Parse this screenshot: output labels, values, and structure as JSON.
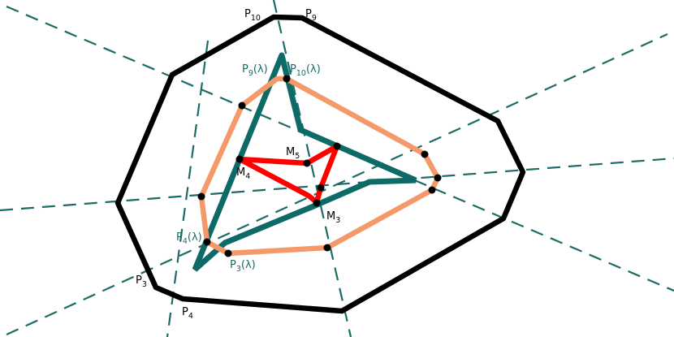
{
  "colors": {
    "background": "#ffffff",
    "outer_polygon": "#000000",
    "teal_polygon": "#0e6a66",
    "orange_polygon": "#f49a6a",
    "red_polygon": "#ff0000",
    "dashed_lines": "#1b6b66",
    "points": "#000000",
    "teal_label": "#1b6b66"
  },
  "labels": {
    "p10": {
      "main": "P",
      "sub": "10"
    },
    "p9": {
      "main": "P",
      "sub": "9"
    },
    "p3": {
      "main": "P",
      "sub": "3"
    },
    "p4": {
      "main": "P",
      "sub": "4"
    },
    "p9_lambda": {
      "main": "P",
      "sub": "9",
      "suffix": "(λ)"
    },
    "p10_lambda": {
      "main": "P",
      "sub": "10",
      "suffix": "(λ)"
    },
    "p4_lambda": {
      "main": "P",
      "sub": "4",
      "suffix": "(λ)"
    },
    "p3_lambda": {
      "main": "P",
      "sub": "3",
      "suffix": "(λ)"
    },
    "m5": {
      "main": "M",
      "sub": "5"
    },
    "m4": {
      "main": "M",
      "sub": "4"
    },
    "m3": {
      "main": "M",
      "sub": "3"
    }
  }
}
